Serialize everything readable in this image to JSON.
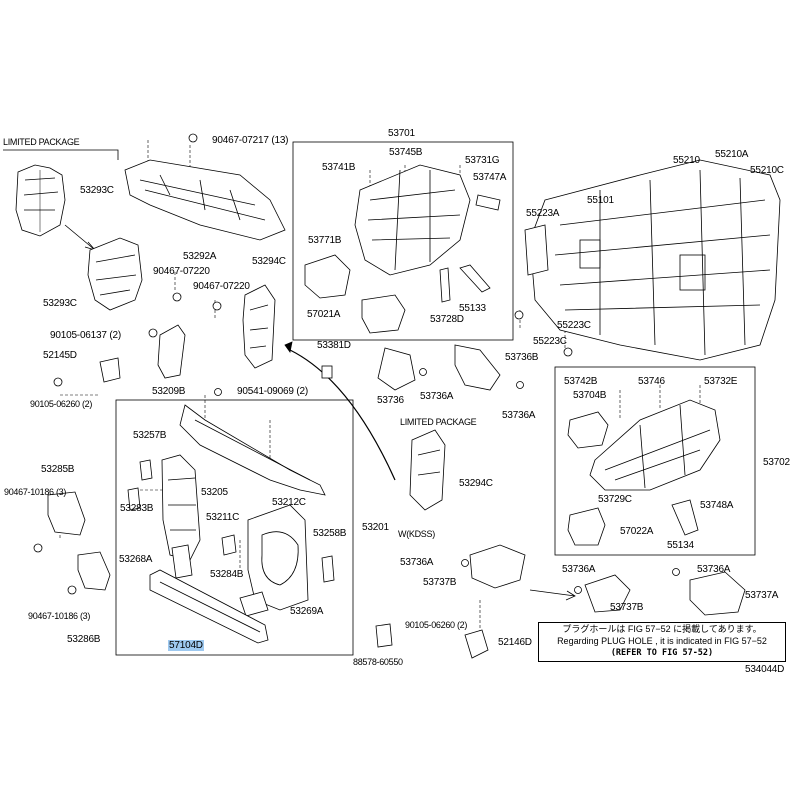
{
  "headers": {
    "limited_left": "LIMITED PACKAGE",
    "limited_center": "LIMITED PACKAGE",
    "wkdss": "W(KDSS)"
  },
  "labels": {
    "p53293C_a": "53293C",
    "p53293C_b": "53293C",
    "p90467_07217": "90467-07217 (13)",
    "p53292A": "53292A",
    "p90467_07220_a": "90467-07220",
    "p90467_07220_b": "90467-07220",
    "p53294C_a": "53294C",
    "p90105_06137": "90105-06137 (2)",
    "p52145D": "52145D",
    "p53209B": "53209B",
    "p90105_06260_a": "90105-06260 (2)",
    "p90541_09069": "90541-09069 (2)",
    "p53257B": "53257B",
    "p53205": "53205",
    "p53212C": "53212C",
    "p53211C": "53211C",
    "p53201": "53201",
    "p53283B": "53283B",
    "p53258B": "53258B",
    "p53268A": "53268A",
    "p53284B": "53284B",
    "p53269A": "53269A",
    "p57104D": "57104D",
    "p53285B": "53285B",
    "p90467_10186_a": "90467-10186 (3)",
    "p90467_10186_b": "90467-10186 (3)",
    "p53286B": "53286B",
    "p88578_60550": "88578-60550",
    "p53381D": "53381D",
    "p53701": "53701",
    "p53741B": "53741B",
    "p53745B": "53745B",
    "p53731G": "53731G",
    "p53747A": "53747A",
    "p53771B": "53771B",
    "p57021A": "57021A",
    "p53728D": "53728D",
    "p55133": "55133",
    "p53736_a": "53736",
    "p53736A_a": "53736A",
    "p53736B": "53736B",
    "p53736A_b": "53736A",
    "p53294C_b": "53294C",
    "p53736A_c": "53736A",
    "p53737B_a": "53737B",
    "p90105_06260_b": "90105-06260 (2)",
    "p52146D": "52146D",
    "p53736A_d": "53736A",
    "p53737B_b": "53737B",
    "p53736A_e": "53736A",
    "p53737A": "53737A",
    "p55210": "55210",
    "p55210A": "55210A",
    "p55210C": "55210C",
    "p55101": "55101",
    "p55223A": "55223A",
    "p55223C_a": "55223C",
    "p55223C_b": "55223C",
    "p53742B": "53742B",
    "p53746": "53746",
    "p53732E": "53732E",
    "p53704B": "53704B",
    "p53702": "53702",
    "p53729C": "53729C",
    "p53748A": "53748A",
    "p57022A": "57022A",
    "p55134": "55134"
  },
  "note": {
    "line1": "プラグホールは FIG  57−52 に掲載してあります。",
    "line2": "Regarding  PLUG  HOLE , it is indicated in FIG  57−52",
    "line3": "(REFER TO FIG 57-52)"
  },
  "figure_code": "534044D"
}
